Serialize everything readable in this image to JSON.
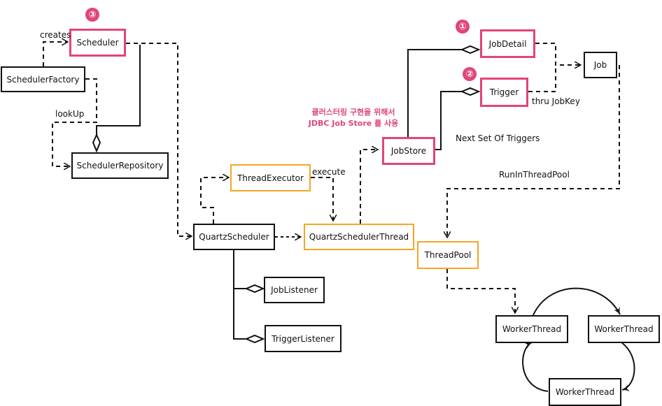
{
  "nodes": {
    "scheduler": "Scheduler",
    "scheduler_factory": "SchedulerFactory",
    "scheduler_repository": "SchedulerRepository",
    "thread_executor": "ThreadExecutor",
    "quartz_scheduler": "QuartzScheduler",
    "quartz_scheduler_thread": "QuartzSchedulerThread",
    "job_listener": "JobListener",
    "trigger_listener": "TriggerListener",
    "job_detail": "JobDetail",
    "trigger": "Trigger",
    "job": "Job",
    "job_store": "JobStore",
    "thread_pool": "ThreadPool",
    "worker_thread_1": "WorkerThread",
    "worker_thread_2": "WorkerThread",
    "worker_thread_3": "WorkerThread"
  },
  "labels": {
    "creates": "creates",
    "lookup": "lookUp",
    "execute": "execute",
    "thru_jobkey": "thru JobKey",
    "next_set": "Next Set Of Triggers",
    "run_in_pool": "RunInThreadPool"
  },
  "badges": {
    "b1": "①",
    "b2": "②",
    "b3": "③"
  },
  "note": {
    "line1": "클러스터링 구현을 위해서",
    "line2": "JDBC Job Store 를 사용"
  },
  "colors": {
    "highlight": "#e0457b",
    "orange": "#f5a623",
    "line": "#111111"
  }
}
